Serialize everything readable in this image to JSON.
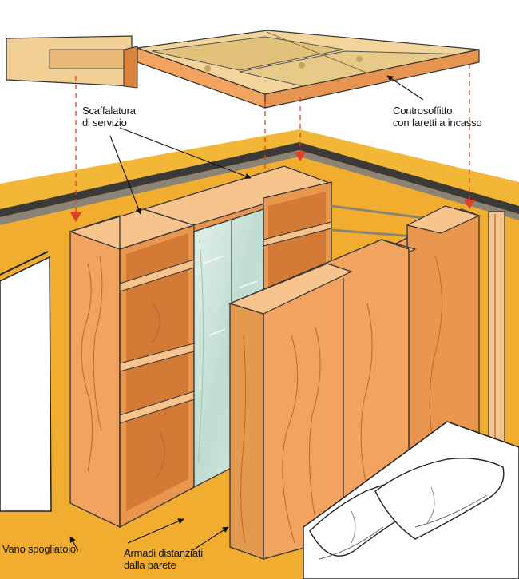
{
  "colors": {
    "wall": "#f2b736",
    "wall_shadow": "#e39a2a",
    "wood": "#f1a35f",
    "wood_light": "#f7c48d",
    "wood_dark": "#d9833f",
    "ceiling_wood": "#f0bf77",
    "mirror": "#cfe6dc",
    "arrow_red": "#e0402a",
    "baseboard": "#3c3a36"
  },
  "labels": {
    "shelving": {
      "line1": "Scaffalatura",
      "line2": "di servizio"
    },
    "ceiling": {
      "line1": "Controsoffitto",
      "line2": "con faretti a incasso"
    },
    "closet": {
      "line1": "Vano spogliatoio"
    },
    "wardrobes": {
      "line1": "Armadi distanziati",
      "line2": "dalla parete"
    }
  }
}
